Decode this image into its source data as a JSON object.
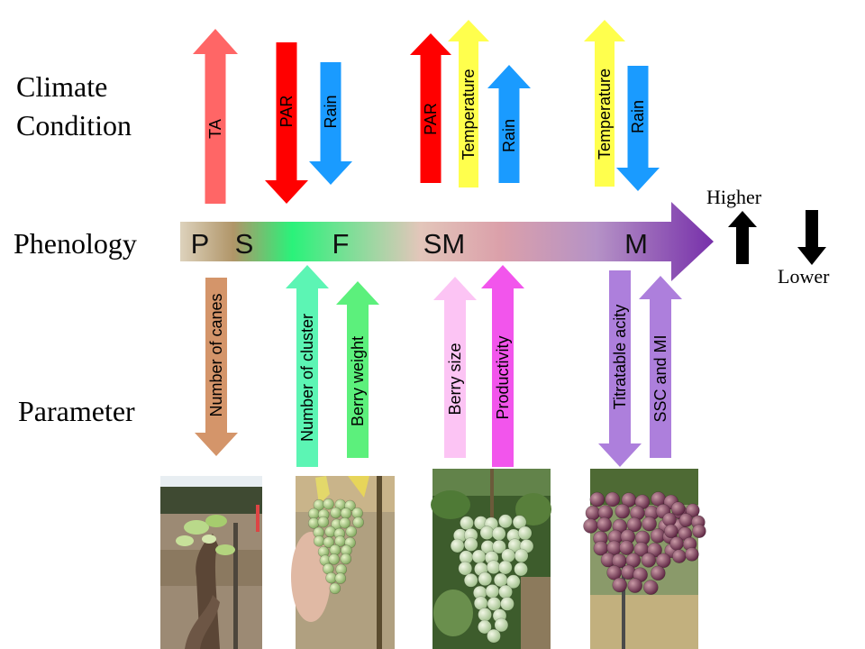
{
  "row_labels": {
    "climate_line1": "Climate",
    "climate_line2": "Condition",
    "phenology": "Phenology",
    "parameter": "Parameter"
  },
  "phenology_stages": [
    "P",
    "S",
    "F",
    "SM",
    "M"
  ],
  "legend": {
    "higher": "Higher",
    "lower": "Lower"
  },
  "climate_arrows": [
    {
      "label": "TA",
      "direction": "up",
      "color": "#ff6666"
    },
    {
      "label": "PAR",
      "direction": "down",
      "color": "#ff0000"
    },
    {
      "label": "Rain",
      "direction": "down",
      "color": "#1a9bff"
    },
    {
      "label": "PAR",
      "direction": "up",
      "color": "#ff0000"
    },
    {
      "label": "Temperature",
      "direction": "up",
      "color": "#ffff4d"
    },
    {
      "label": "Rain",
      "direction": "up",
      "color": "#1a9bff"
    },
    {
      "label": "Temperature",
      "direction": "up",
      "color": "#ffff4d"
    },
    {
      "label": "Rain",
      "direction": "down",
      "color": "#1a9bff"
    }
  ],
  "parameter_arrows": [
    {
      "label": "Number of canes",
      "direction": "down",
      "color": "#d4956a"
    },
    {
      "label": "Number of cluster",
      "direction": "up",
      "color": "#5cf5b4"
    },
    {
      "label": "Berry weight",
      "direction": "up",
      "color": "#5cf07c"
    },
    {
      "label": "Berry size",
      "direction": "up",
      "color": "#fcc4f4"
    },
    {
      "label": "Productivity",
      "direction": "up",
      "color": "#f255ec"
    },
    {
      "label": "Titratable acity",
      "direction": "down",
      "color": "#ad7fdc"
    },
    {
      "label": "SSC and MI",
      "direction": "up",
      "color": "#ad7fdc"
    }
  ],
  "photos": [
    {
      "icon": "budburst-vine-photo"
    },
    {
      "icon": "green-cluster-photo"
    },
    {
      "icon": "pea-size-cluster-photo"
    },
    {
      "icon": "ripe-cluster-photo"
    }
  ]
}
